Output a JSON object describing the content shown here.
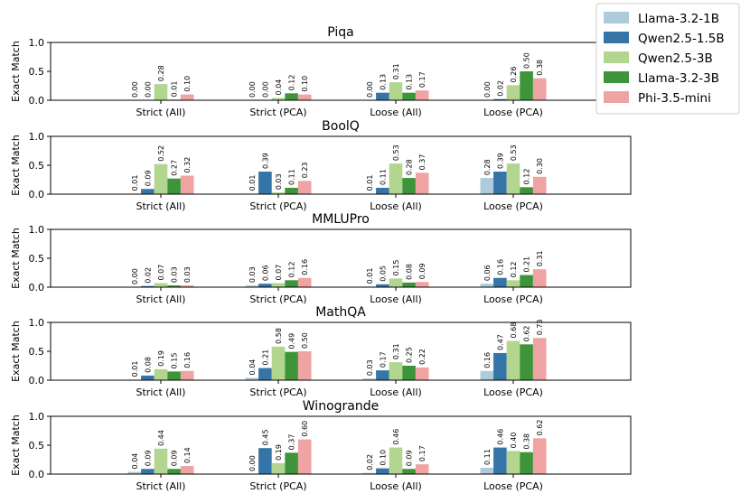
{
  "chart_data": {
    "type": "bar",
    "layout": "5 stacked subplots sharing a legend",
    "series": [
      {
        "name": "Llama-3.2-1B",
        "color": "#aecbdb"
      },
      {
        "name": "Qwen2.5-1.5B",
        "color": "#3574a6"
      },
      {
        "name": "Qwen2.5-3B",
        "color": "#b2d58f"
      },
      {
        "name": "Llama-3.2-3B",
        "color": "#3d9439"
      },
      {
        "name": "Phi-3.5-mini",
        "color": "#f0a3a3"
      }
    ],
    "legend_placement": "top-right",
    "ylabel": "Exact Match",
    "ylim": [
      0,
      1
    ],
    "yticks": [
      "0.0",
      "0.5",
      "1.0"
    ],
    "grid": false,
    "subplots": [
      {
        "title": "Piqa",
        "categories": [
          "Strict (All)",
          "Strict (PCA)",
          "Loose (All)",
          "Loose (PCA)"
        ],
        "values": [
          [
            0.0,
            0.0,
            0.28,
            0.01,
            0.1
          ],
          [
            0.0,
            0.0,
            0.04,
            0.12,
            0.1
          ],
          [
            0.0,
            0.13,
            0.31,
            0.13,
            0.17
          ],
          [
            0.0,
            0.02,
            0.26,
            0.5,
            0.38
          ]
        ],
        "labels": [
          [
            "0.00",
            "0.00",
            "0.28",
            "0.01",
            "0.10"
          ],
          [
            "0.00",
            "0.00",
            "0.04",
            "0.12",
            "0.10"
          ],
          [
            "0.00",
            "0.13",
            "0.31",
            "0.13",
            "0.17"
          ],
          [
            "0.00",
            "0.02",
            "0.26",
            "0.50",
            "0.38"
          ]
        ]
      },
      {
        "title": "BoolQ",
        "categories": [
          "Strict (All)",
          "Strict (PCA)",
          "Loose (All)",
          "Loose (PCA)"
        ],
        "values": [
          [
            0.01,
            0.09,
            0.52,
            0.27,
            0.32
          ],
          [
            0.01,
            0.39,
            0.03,
            0.11,
            0.23
          ],
          [
            0.01,
            0.11,
            0.53,
            0.28,
            0.37
          ],
          [
            0.28,
            0.39,
            0.53,
            0.12,
            0.3
          ]
        ],
        "labels": [
          [
            "0.01",
            "0.09",
            "0.52",
            "0.27",
            "0.32"
          ],
          [
            "0.01",
            "0.39",
            "0.03",
            "0.11",
            "0.23"
          ],
          [
            "0.01",
            "0.11",
            "0.53",
            "0.28",
            "0.37"
          ],
          [
            "0.28",
            "0.39",
            "0.53",
            "0.12",
            "0.30"
          ]
        ]
      },
      {
        "title": "MMLUPro",
        "categories": [
          "Strict (All)",
          "Strict (PCA)",
          "Loose (All)",
          "Loose (PCA)"
        ],
        "values": [
          [
            0.0,
            0.02,
            0.07,
            0.03,
            0.03
          ],
          [
            0.03,
            0.06,
            0.07,
            0.12,
            0.16
          ],
          [
            0.01,
            0.05,
            0.15,
            0.08,
            0.09
          ],
          [
            0.06,
            0.16,
            0.12,
            0.21,
            0.31
          ]
        ],
        "labels": [
          [
            "0.00",
            "0.02",
            "0.07",
            "0.03",
            "0.03"
          ],
          [
            "0.03",
            "0.06",
            "0.07",
            "0.12",
            "0.16"
          ],
          [
            "0.01",
            "0.05",
            "0.15",
            "0.08",
            "0.09"
          ],
          [
            "0.06",
            "0.16",
            "0.12",
            "0.21",
            "0.31"
          ]
        ]
      },
      {
        "title": "MathQA",
        "categories": [
          "Strict (All)",
          "Strict (PCA)",
          "Loose (All)",
          "Loose (PCA)"
        ],
        "values": [
          [
            0.01,
            0.08,
            0.19,
            0.15,
            0.16
          ],
          [
            0.04,
            0.21,
            0.58,
            0.49,
            0.5
          ],
          [
            0.03,
            0.17,
            0.31,
            0.25,
            0.22
          ],
          [
            0.16,
            0.47,
            0.68,
            0.62,
            0.73
          ]
        ],
        "labels": [
          [
            "0.01",
            "0.08",
            "0.19",
            "0.15",
            "0.16"
          ],
          [
            "0.04",
            "0.21",
            "0.58",
            "0.49",
            "0.50"
          ],
          [
            "0.03",
            "0.17",
            "0.31",
            "0.25",
            "0.22"
          ],
          [
            "0.16",
            "0.47",
            "0.68",
            "0.62",
            "0.73"
          ]
        ]
      },
      {
        "title": "Winogrande",
        "categories": [
          "Strict (All)",
          "Strict (PCA)",
          "Loose (All)",
          "Loose (PCA)"
        ],
        "values": [
          [
            0.04,
            0.09,
            0.44,
            0.09,
            0.14
          ],
          [
            0.0,
            0.45,
            0.19,
            0.37,
            0.6
          ],
          [
            0.02,
            0.1,
            0.46,
            0.09,
            0.17
          ],
          [
            0.11,
            0.46,
            0.4,
            0.38,
            0.62
          ]
        ],
        "labels": [
          [
            "0.04",
            "0.09",
            "0.44",
            "0.09",
            "0.14"
          ],
          [
            "0.00",
            "0.45",
            "0.19",
            "0.37",
            "0.60"
          ],
          [
            "0.02",
            "0.10",
            "0.46",
            "0.09",
            "0.17"
          ],
          [
            "0.11",
            "0.46",
            "0.40",
            "0.38",
            "0.62"
          ]
        ]
      }
    ]
  }
}
